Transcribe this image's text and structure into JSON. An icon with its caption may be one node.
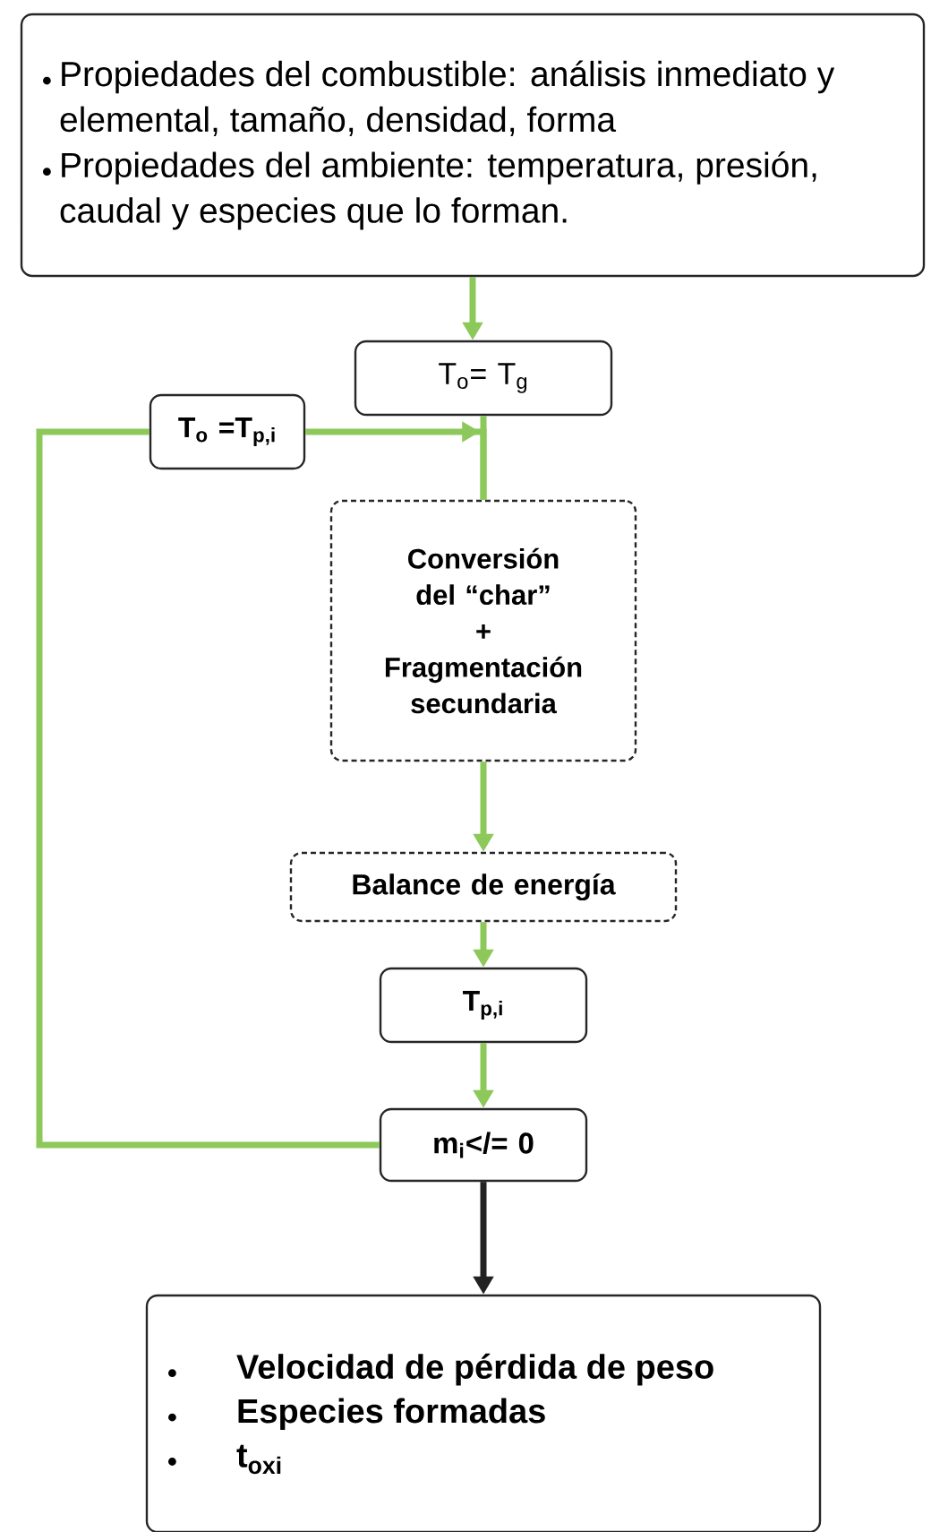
{
  "diagram": {
    "nodes": [
      {
        "text": [
          "Propiedades del combustible: análisis inmediato y elemental, tamaño, densidad, forma",
          "Propiedades del ambiente: temperatura, presión, caudal y especies que lo forman."
        ]
      },
      {
        "text": [
          "T$_{o}$= T$_{g}$"
        ]
      },
      {
        "text": [
          "T$_{o}$ =T$_{p,i}$"
        ]
      },
      {
        "text": [
          "Conversión del “char”",
          "+",
          "Fragmentación secundaria"
        ]
      },
      {
        "text": [
          "Balance de energía"
        ]
      },
      {
        "text": [
          "T$_{p,i}$"
        ]
      },
      {
        "text": [
          "m$_{i}$</= 0"
        ]
      },
      {
        "text": [
          "Velocidad de pérdida de peso",
          "Especies formadas",
          "t$_{oxi}$"
        ]
      }
    ],
    "edges": [
      {
        "from": 0,
        "to": 1,
        "arrow": "to"
      },
      {
        "from": 1,
        "to": 3,
        "arrow": "none"
      },
      {
        "from": 2,
        "to": 3,
        "arrow": "to"
      },
      {
        "from": 3,
        "to": 4,
        "arrow": "to"
      },
      {
        "from": 4,
        "to": 5,
        "arrow": "to"
      },
      {
        "from": 5,
        "to": 6,
        "arrow": "to"
      },
      {
        "from": 6,
        "to": 2,
        "arrow": "none"
      },
      {
        "from": 6,
        "to": 7,
        "arrow": "to",
        "color": "#222222"
      }
    ]
  }
}
